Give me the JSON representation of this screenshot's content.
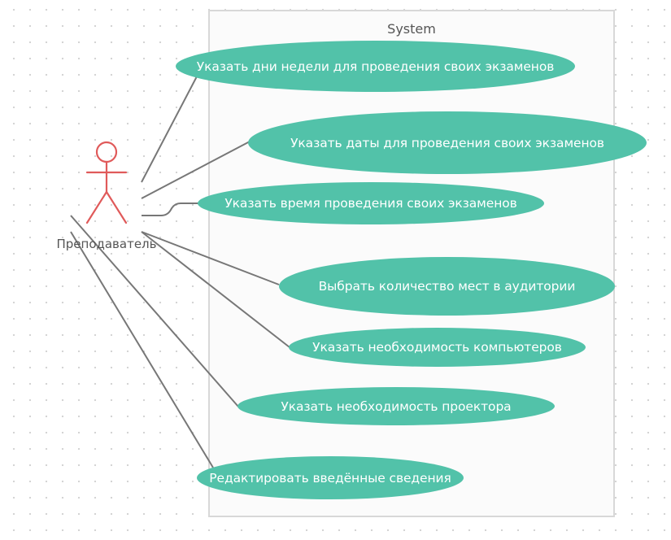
{
  "diagram": {
    "system_title": "System",
    "actor": {
      "name": "Преподаватель",
      "color": "#e05a5a"
    },
    "usecase_color": "#52c2a9",
    "connector_color": "#777777",
    "use_cases": [
      {
        "label": "Указать дни недели для проведения своих экзаменов"
      },
      {
        "label": "Указать даты для проведения своих экзаменов"
      },
      {
        "label": "Указать время проведения своих экзаменов"
      },
      {
        "label": "Выбрать количество мест в аудитории"
      },
      {
        "label": "Указать необходимость компьютеров"
      },
      {
        "label": "Указать необходимость проектора"
      },
      {
        "label": "Редактировать введённые сведения"
      }
    ]
  }
}
